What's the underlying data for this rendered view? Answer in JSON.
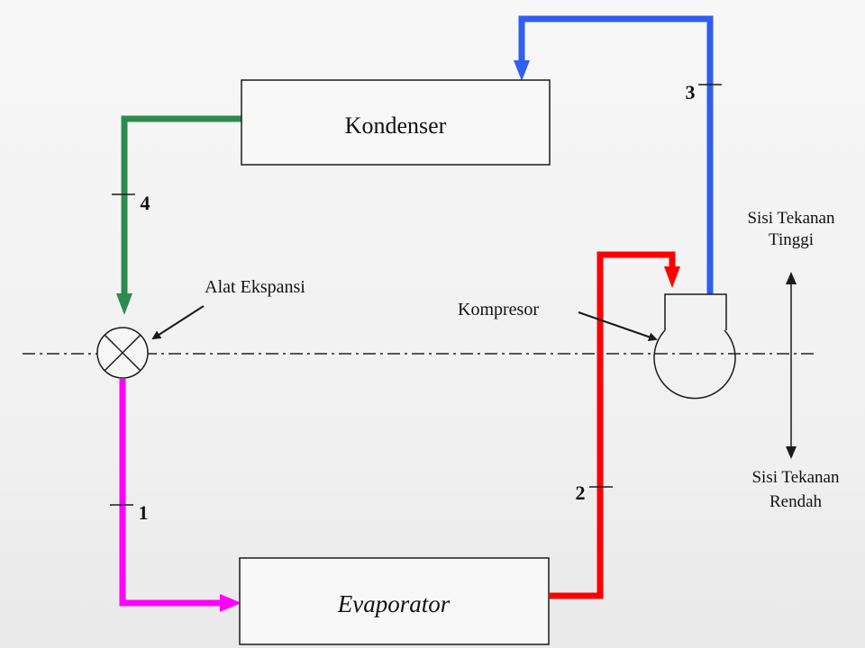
{
  "diagram": {
    "components": {
      "condenser": "Kondenser",
      "evaporator": "Evaporator",
      "compressor": "Kompresor",
      "expansion_valve": "Alat Ekspansi"
    },
    "state_points": [
      "1",
      "2",
      "3",
      "4"
    ],
    "pressure_sides": {
      "high_line1": "Sisi Tekanan",
      "high_line2": "Tinggi",
      "low_line1": "Sisi Tekanan",
      "low_line2": "Rendah"
    },
    "colors": {
      "line_1": "#ff00ff",
      "line_2": "#ff0000",
      "line_3": "#2f5ef0",
      "line_4": "#2e8b4f",
      "outline": "#1a1a1a"
    }
  }
}
